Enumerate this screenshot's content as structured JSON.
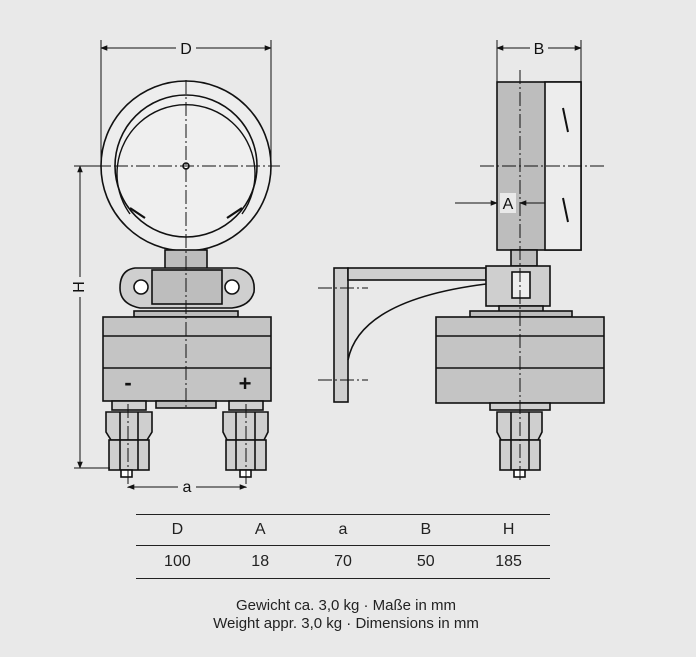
{
  "dimensions": {
    "D": "D",
    "B": "B",
    "A": "A",
    "H": "H",
    "a": "a"
  },
  "ports": {
    "minus": "-",
    "plus": "+"
  },
  "table": {
    "headers": [
      "D",
      "A",
      "a",
      "B",
      "H"
    ],
    "values": [
      "100",
      "18",
      "70",
      "50",
      "185"
    ]
  },
  "notes": {
    "line1": "Gewicht ca. 3,0 kg · Maße in mm",
    "line2": "Weight appr. 3,0 kg · Dimensions in mm"
  },
  "colors": {
    "background": "#e9e9e9",
    "line": "#111111",
    "body_fill": "#bdbdbd",
    "face_fill": "#ededed"
  }
}
